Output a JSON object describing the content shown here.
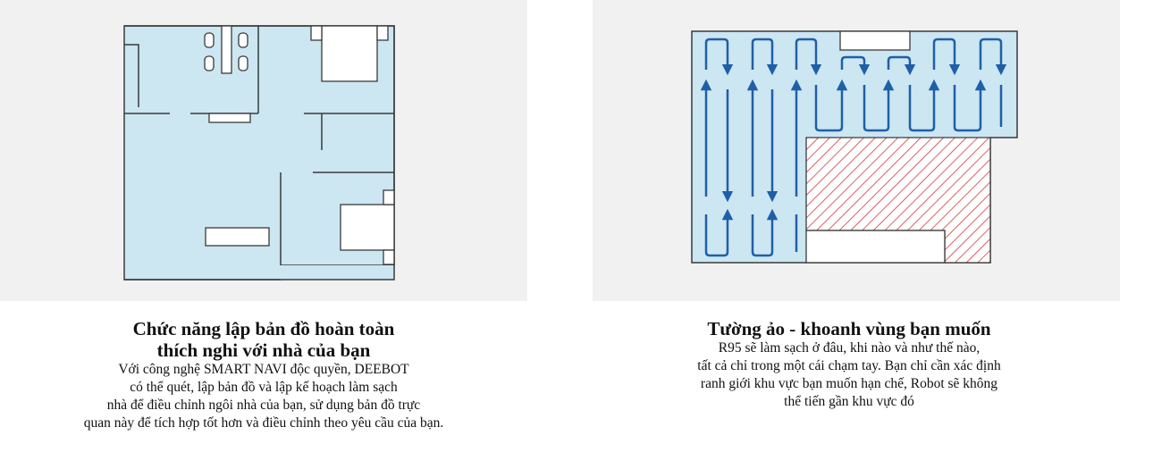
{
  "colors": {
    "panel_background": "#f1f1f1",
    "floor_blue": "#cce6f2",
    "wall": "#3a3a3a",
    "path_blue": "#1f5fa8",
    "restricted_red": "#d23a3a"
  },
  "left": {
    "title_lines": [
      "Chức năng lập bản đồ hoàn toàn",
      "thích nghi với nhà của bạn"
    ],
    "body_lines": [
      "Với công nghệ SMART NAVI độc quyền, DEEBOT",
      "có thể quét, lập bản đồ và lập kế hoạch làm sạch",
      "nhà để điều chỉnh ngôi nhà của bạn, sử dụng bản đồ trực",
      "quan này để tích hợp tốt hơn và điều chỉnh theo yêu cầu của bạn."
    ]
  },
  "right": {
    "title_lines": [
      "Tường ảo - khoanh vùng bạn muốn"
    ],
    "body_lines": [
      "R95 sẽ làm sạch ở đâu, khi nào và như thế nào,",
      "tất cả chỉ trong một cái chạm tay. Bạn chỉ cần xác định",
      "ranh giới khu vực bạn muốn hạn chế, Robot sẽ không",
      "thể tiến gần khu vực đó"
    ]
  }
}
